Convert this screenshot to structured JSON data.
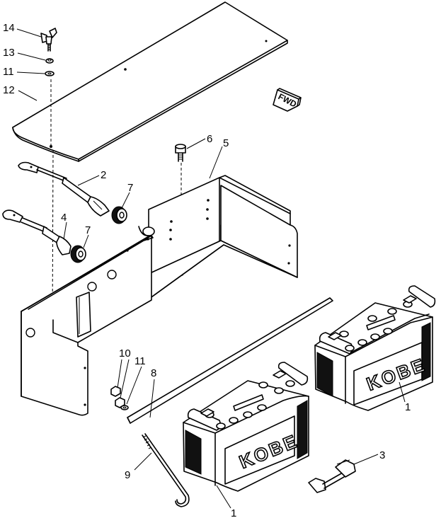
{
  "fwd_label": "FWD",
  "battery_brand": "KOBE",
  "callouts": {
    "c14": "14",
    "c13": "13",
    "c11a": "11",
    "c12": "12",
    "c6": "6",
    "c5": "5",
    "c2": "2",
    "c7a": "7",
    "c4": "4",
    "c7b": "7",
    "c10": "10",
    "c11b": "11",
    "c8": "8",
    "c9": "9",
    "c1a": "1",
    "c1b": "1",
    "c3": "3"
  }
}
